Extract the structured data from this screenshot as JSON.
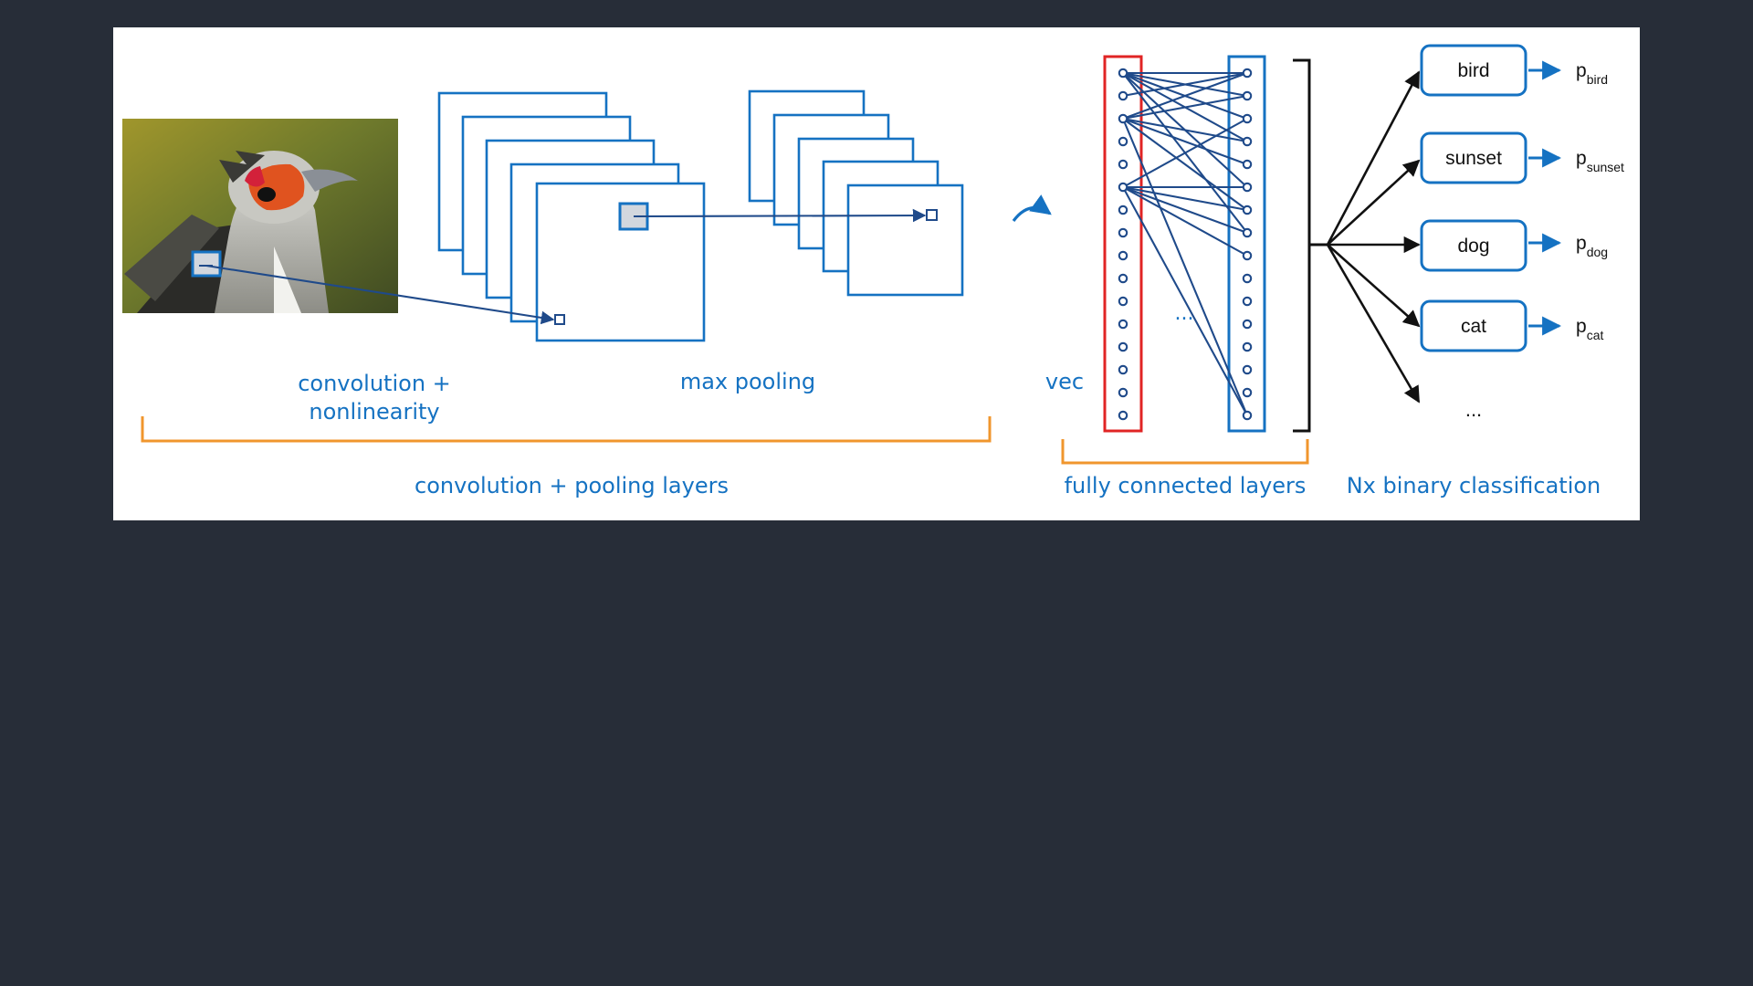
{
  "colors": {
    "background": "#272d38",
    "panel": "#ffffff",
    "accent_blue": "#1572c2",
    "wire_navy": "#1f4a8a",
    "bracket_orange": "#f0962d",
    "highlight_red": "#e02424",
    "text_black": "#111111"
  },
  "image": {
    "subject": "bird photo (secretary bird head, grey feathers, red-orange face, blurred green background)"
  },
  "labels": {
    "convolution": "convolution +",
    "nonlinearity": "nonlinearity",
    "max_pooling": "max pooling",
    "vec": "vec",
    "fc_ellipsis": "...",
    "group_conv": "convolution + pooling layers",
    "group_fc": "fully connected layers",
    "group_cls": "Nx binary classification"
  },
  "classes": [
    {
      "label": "bird",
      "prob_main": "p",
      "prob_sub": "bird"
    },
    {
      "label": "sunset",
      "prob_main": "p",
      "prob_sub": "sunset"
    },
    {
      "label": "dog",
      "prob_main": "p",
      "prob_sub": "dog"
    },
    {
      "label": "cat",
      "prob_main": "p",
      "prob_sub": "cat"
    }
  ],
  "classes_more": "...",
  "network": {
    "vec_node_count": 16,
    "hidden_node_count": 16
  }
}
